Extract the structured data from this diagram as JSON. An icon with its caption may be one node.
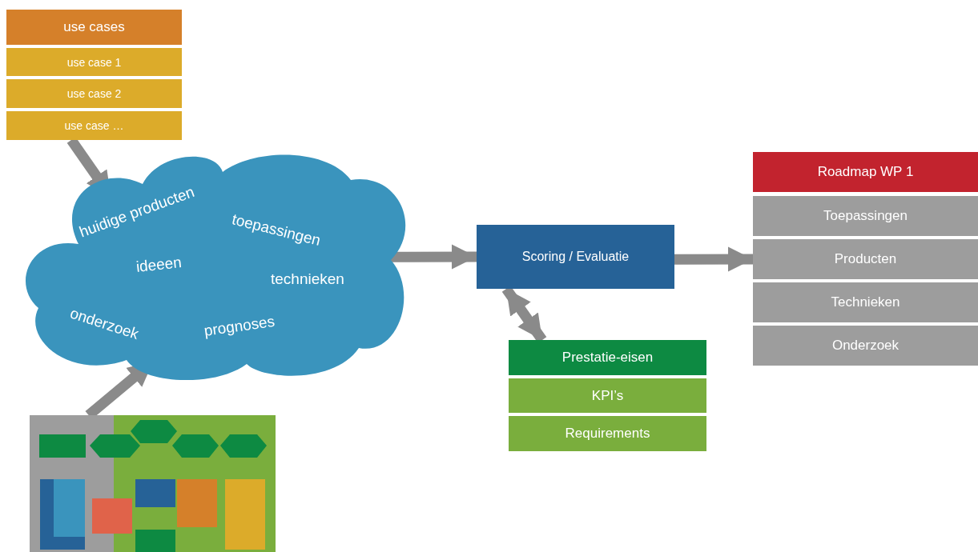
{
  "diagram": {
    "nodes": [
      {
        "text": [
          "use cases"
        ]
      },
      {
        "text": [
          "use case 1"
        ]
      },
      {
        "text": [
          "use case 2"
        ]
      },
      {
        "text": [
          "use case …"
        ]
      },
      {
        "text": [
          "huidige producten",
          "toepassingen",
          "ideeen",
          "technieken",
          "onderzoek",
          "prognoses"
        ]
      },
      {
        "text": [],
        "shape": "picture"
      },
      {
        "text": [
          "Scoring / Evaluatie"
        ]
      },
      {
        "text": [
          "Prestatie-eisen"
        ]
      },
      {
        "text": [
          "KPI’s"
        ]
      },
      {
        "text": [
          "Requirements"
        ]
      },
      {
        "text": [
          "Roadmap WP 1"
        ]
      },
      {
        "text": [
          "Toepassingen"
        ]
      },
      {
        "text": [
          "Producten"
        ]
      },
      {
        "text": [
          "Technieken"
        ]
      },
      {
        "text": [
          "Onderzoek"
        ]
      }
    ],
    "edges": [
      {
        "from": 3,
        "to": 4,
        "arrow": "to"
      },
      {
        "from": 5,
        "to": 4,
        "arrow": "to"
      },
      {
        "from": 4,
        "to": 6,
        "arrow": "to"
      },
      {
        "from": 6,
        "to": 7,
        "arrow": "both"
      },
      {
        "from": 6,
        "to": 12,
        "arrow": "to"
      }
    ]
  }
}
